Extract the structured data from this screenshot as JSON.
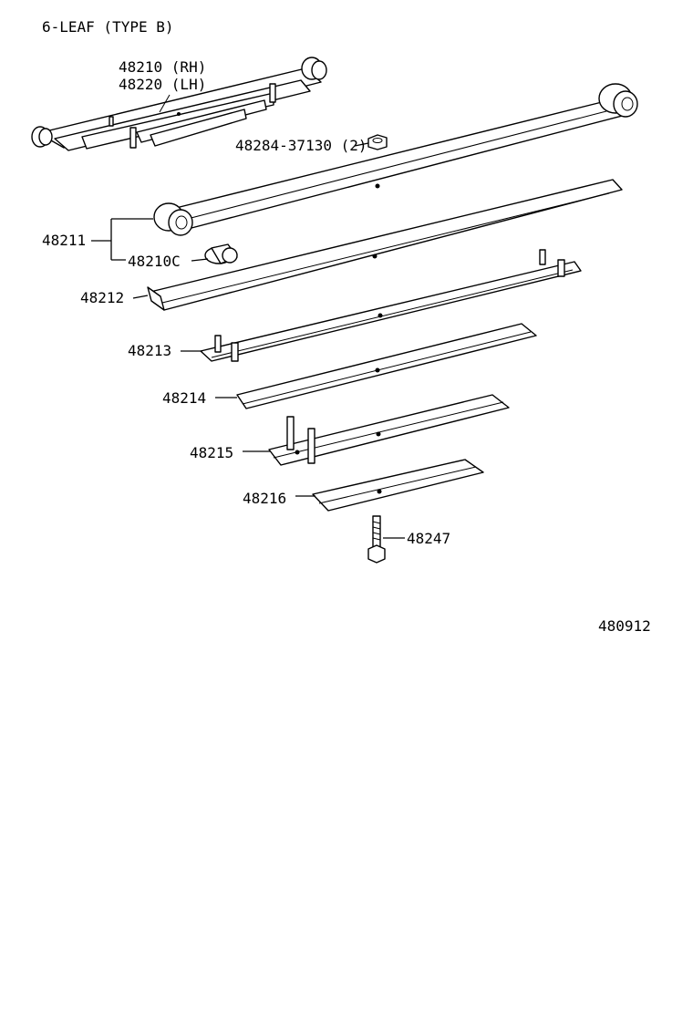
{
  "diagram": {
    "title": "6-LEAF (TYPE  B)",
    "figure_number": "480912",
    "labels": {
      "assy_rh": "48210 (RH)",
      "assy_lh": "48220 (LH)",
      "nut": "48284-37130 (2)",
      "leaf1": "48211",
      "bushing": "48210C",
      "leaf2": "48212",
      "leaf3": "48213",
      "leaf4": "48214",
      "leaf5": "48215",
      "leaf6": "48216",
      "bolt": "48247"
    }
  }
}
